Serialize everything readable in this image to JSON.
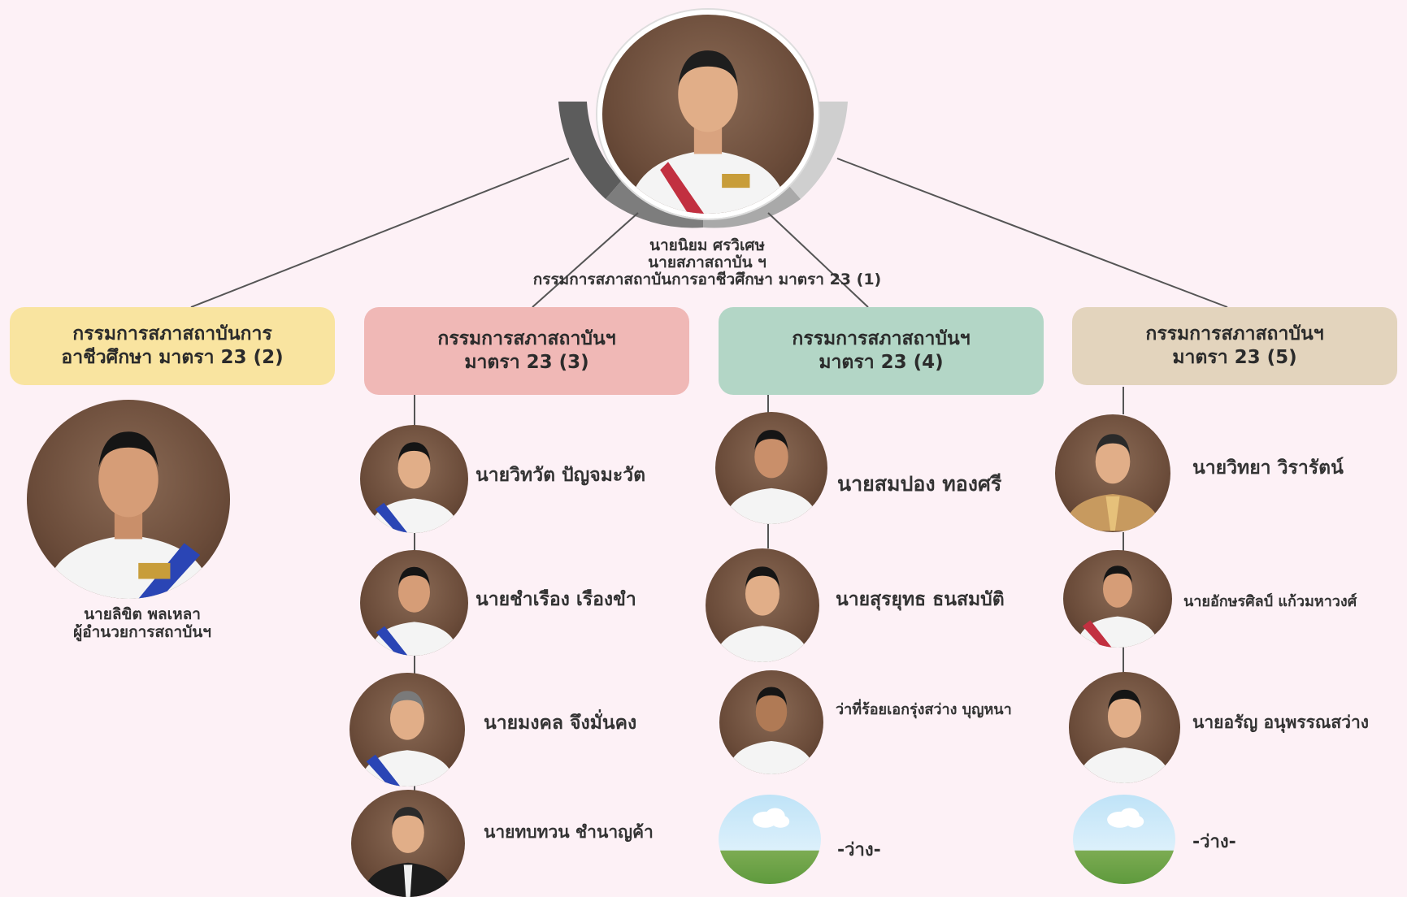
{
  "chair": {
    "name": "นายนิยม ศรวิเศษ",
    "role": "นายสภาสถาบัน ฯ",
    "committee": "กรรมการสภาสถาบันการอาชีวศึกษา มาตรา 23 (1)"
  },
  "director": {
    "name": "นายลิขิต พลเหลา",
    "role": "ผู้อำนวยการสถาบันฯ"
  },
  "boxes": [
    {
      "line1": "กรรมการสภาสถาบันการ",
      "line2": "อาชีวศึกษา มาตรา 23 (2)",
      "color": "#f9e4a0"
    },
    {
      "line1": "กรรมการสภาสถาบันฯ",
      "line2": "มาตรา 23 (3)",
      "color": "#f0b8b6"
    },
    {
      "line1": "กรรมการสภาสถาบันฯ",
      "line2": "มาตรา 23 (4)",
      "color": "#b3d6c6"
    },
    {
      "line1": "กรรมการสภาสถาบันฯ",
      "line2": "มาตรา 23 (5)",
      "color": "#e3d4bd"
    }
  ],
  "column3": [
    "นายวิทวัต ปัญจมะวัต",
    "นายชำเรือง เรืองขำ",
    "นายมงคล จึงมั่นคง",
    "นายทบทวน ชำนาญค้า"
  ],
  "column4": [
    "นายสมปอง ทองศรี",
    "นายสุรยุทธ ธนสมบัติ",
    "ว่าที่ร้อยเอกรุ่งสว่าง บุญหนา",
    "-ว่าง-"
  ],
  "column5": [
    "นายวิทยา วิรารัตน์",
    "นายอักษรศิลป์ แก้วมหาวงศ์",
    "นายอรัญ อนุพรรณสว่าง",
    "-ว่าง-"
  ]
}
